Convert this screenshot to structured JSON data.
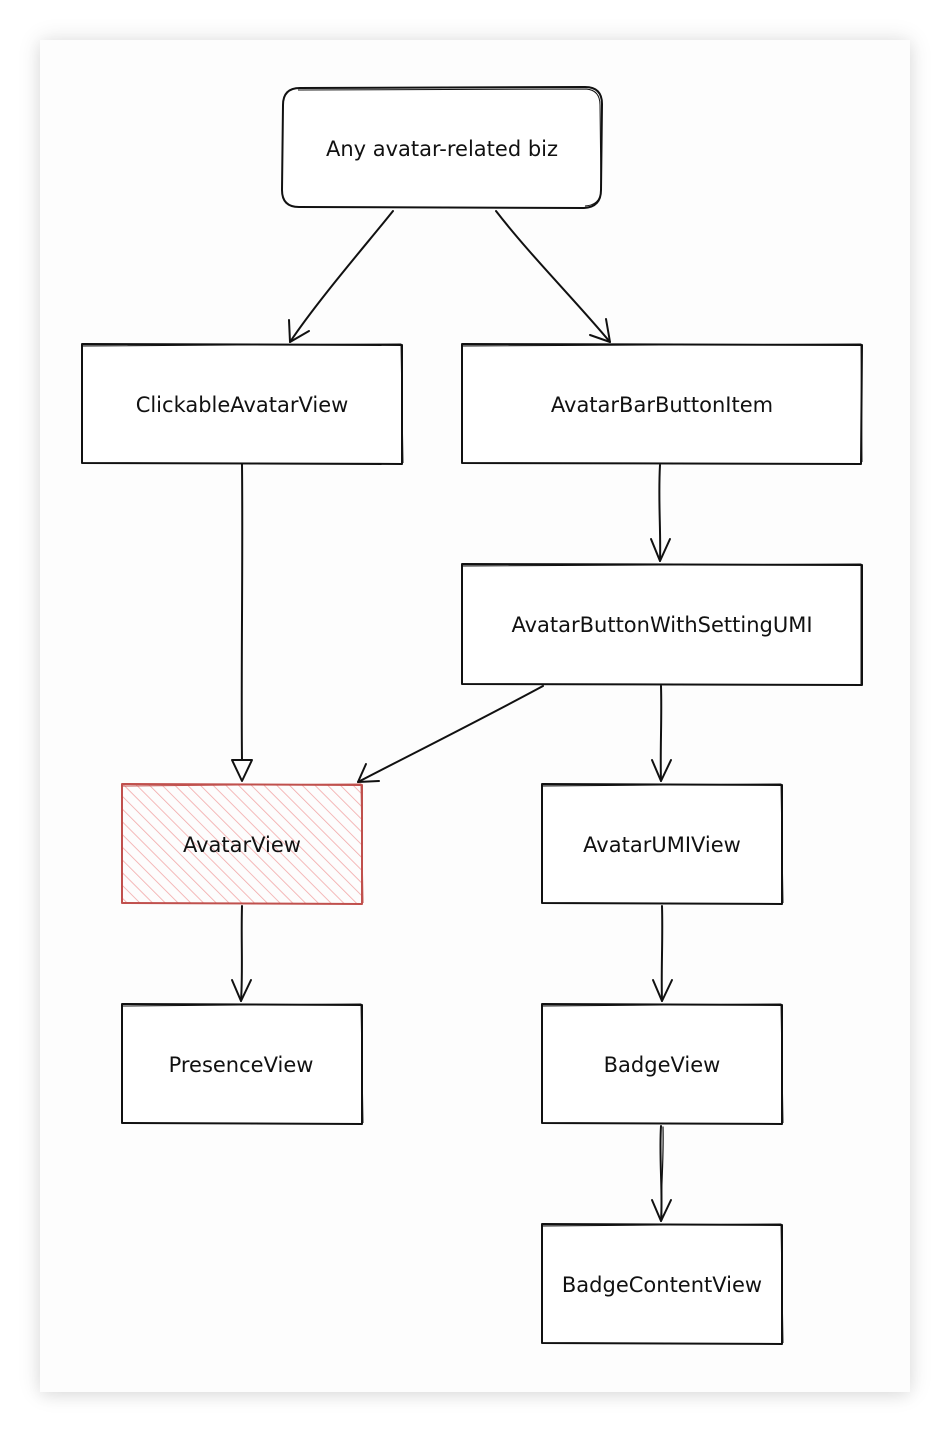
{
  "nodes": {
    "root": {
      "label": "Any avatar-related biz"
    },
    "clickable_avatar_view": {
      "label": "ClickableAvatarView"
    },
    "avatar_bar_button_item": {
      "label": "AvatarBarButtonItem"
    },
    "avatar_button_with_setting_umi": {
      "label": "AvatarButtonWithSettingUMI"
    },
    "avatar_view": {
      "label": "AvatarView"
    },
    "avatar_umi_view": {
      "label": "AvatarUMIView"
    },
    "presence_view": {
      "label": "PresenceView"
    },
    "badge_view": {
      "label": "BadgeView"
    },
    "badge_content_view": {
      "label": "BadgeContentView"
    }
  },
  "edges": [
    {
      "from": "root",
      "to": "clickable_avatar_view",
      "type": "arrow"
    },
    {
      "from": "root",
      "to": "avatar_bar_button_item",
      "type": "arrow"
    },
    {
      "from": "clickable_avatar_view",
      "to": "avatar_view",
      "type": "inheritance"
    },
    {
      "from": "avatar_bar_button_item",
      "to": "avatar_button_with_setting_umi",
      "type": "arrow"
    },
    {
      "from": "avatar_button_with_setting_umi",
      "to": "avatar_view",
      "type": "arrow"
    },
    {
      "from": "avatar_button_with_setting_umi",
      "to": "avatar_umi_view",
      "type": "arrow"
    },
    {
      "from": "avatar_view",
      "to": "presence_view",
      "type": "arrow"
    },
    {
      "from": "avatar_umi_view",
      "to": "badge_view",
      "type": "arrow"
    },
    {
      "from": "badge_view",
      "to": "badge_content_view",
      "type": "arrow"
    }
  ],
  "colors": {
    "stroke": "#111111",
    "highlight_border": "#c0504d",
    "highlight_hatch": "#f2a7a7"
  }
}
